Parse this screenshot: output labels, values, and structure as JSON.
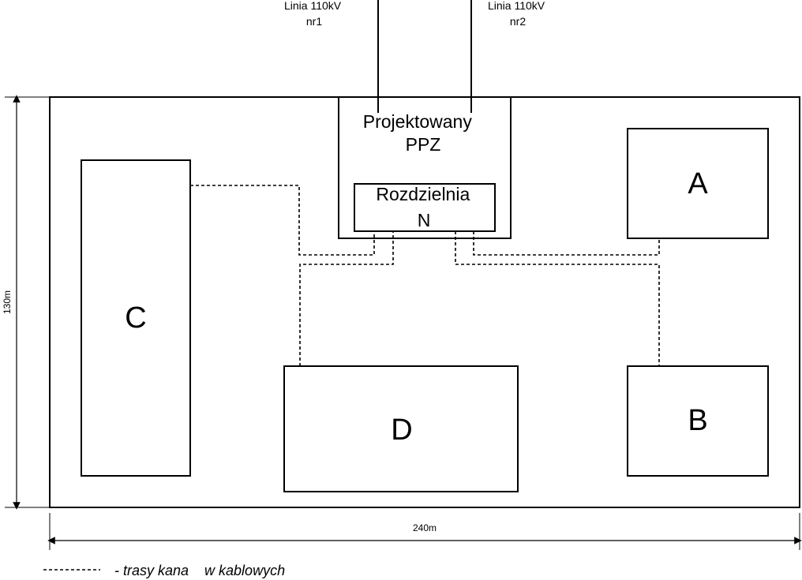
{
  "lines": {
    "line1": [
      "Linia 110kV",
      "nr1"
    ],
    "line2": [
      "Linia 110kV",
      "nr2"
    ]
  },
  "ppz": [
    "Projektowany",
    "PPZ"
  ],
  "switchgear": [
    "Rozdzielnia",
    "N"
  ],
  "buildings": {
    "a": "A",
    "b": "B",
    "c": "C",
    "d": "D"
  },
  "dimensions": {
    "height": "130m",
    "width": "240m"
  },
  "legend": {
    "text": "- trasy kana    w kablowych"
  }
}
